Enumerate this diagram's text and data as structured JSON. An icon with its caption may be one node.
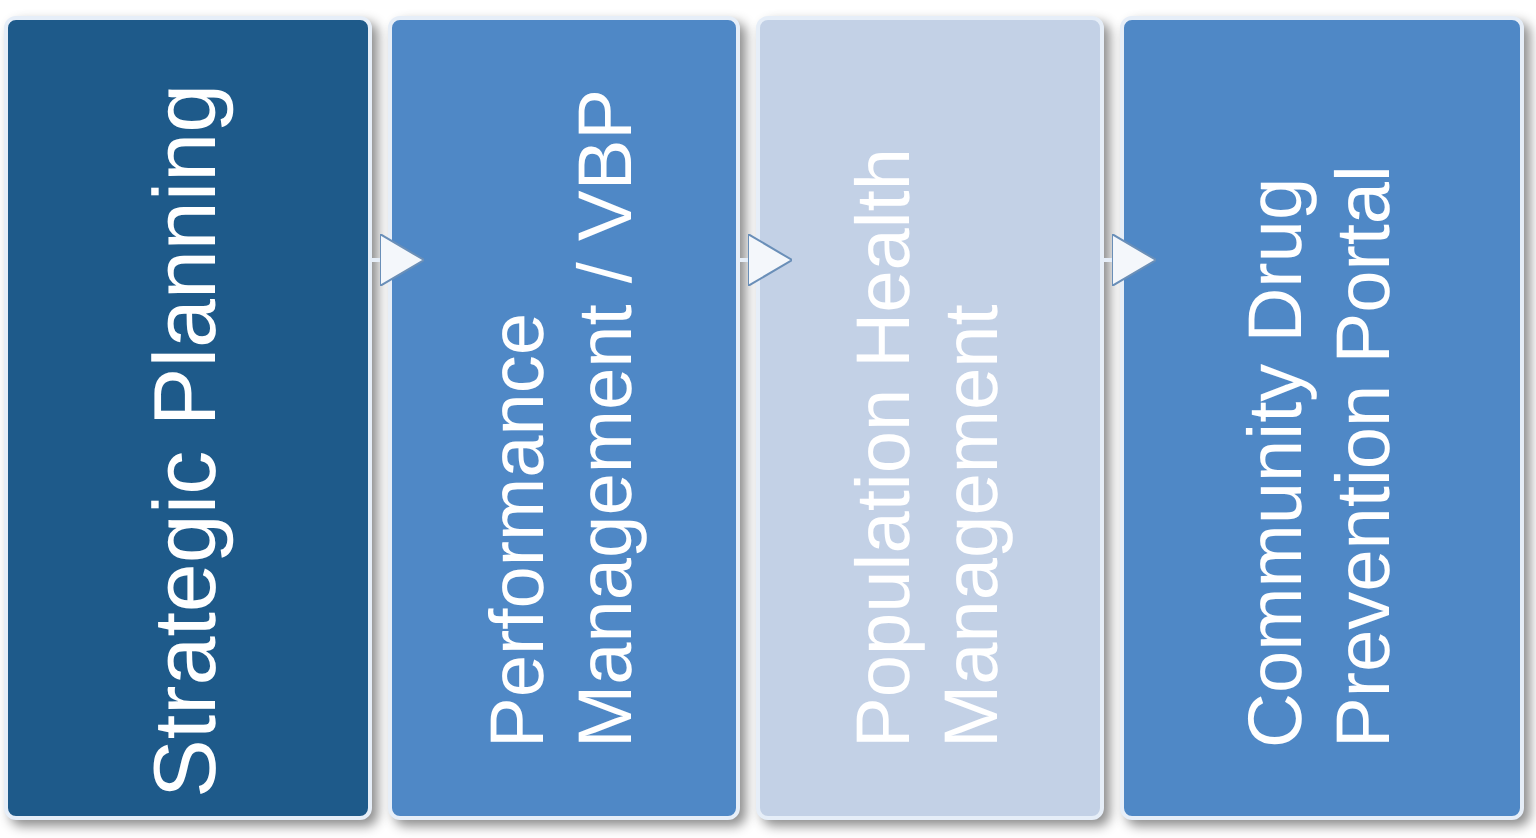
{
  "diagram": {
    "nodes": [
      {
        "text": [
          "Strategic Planning"
        ]
      },
      {
        "text": [
          "Performance Management / VBP"
        ]
      },
      {
        "text": [
          "Population Health Management"
        ]
      },
      {
        "text": [
          "Community Drug Prevention Portal"
        ]
      }
    ],
    "edges": [
      {
        "from": 0,
        "to": 1,
        "arrow": "to"
      },
      {
        "from": 1,
        "to": 2,
        "arrow": "to"
      },
      {
        "from": 2,
        "to": 3,
        "arrow": "to"
      }
    ]
  }
}
